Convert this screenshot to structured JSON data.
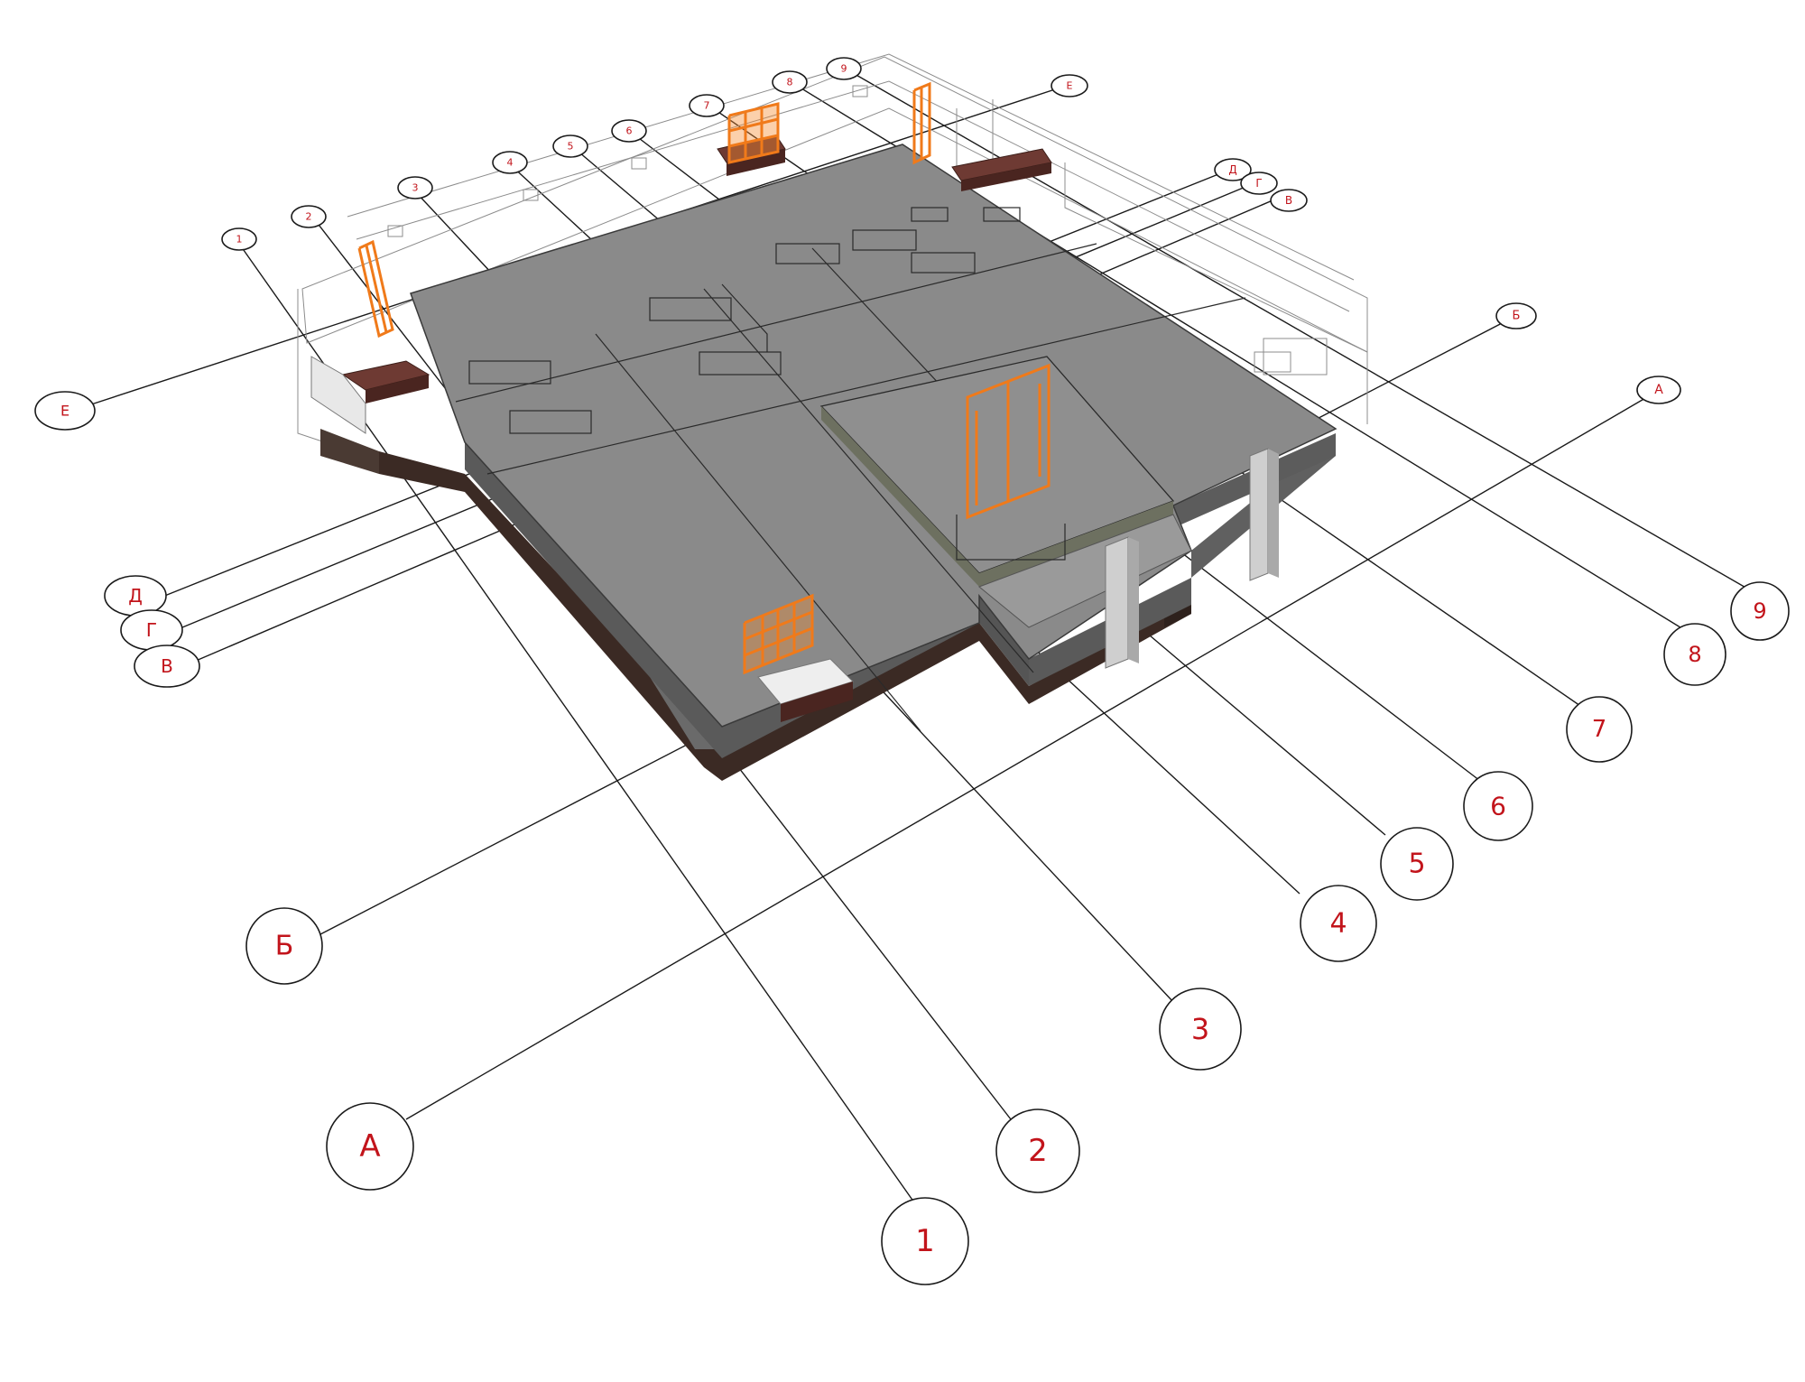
{
  "colors": {
    "slab_top": "#8a8a8a",
    "slab_edge": "#5e5e5e",
    "foundation": "#3b2a24",
    "brick": "#6e3a33",
    "accent_orange": "#f07a1a",
    "label_red": "#c2141b"
  },
  "axes": {
    "numbered": [
      "1",
      "2",
      "3",
      "4",
      "5",
      "6",
      "7",
      "8",
      "9"
    ],
    "lettered": [
      "А",
      "Б",
      "В",
      "Г",
      "Д",
      "Е"
    ]
  },
  "bubbles": {
    "near_1": "1",
    "near_2": "2",
    "near_3": "3",
    "near_4": "4",
    "near_5": "5",
    "near_6": "6",
    "near_7": "7",
    "near_8": "8",
    "near_9": "9",
    "near_A": "А",
    "near_B": "Б",
    "left_V": "В",
    "left_G": "Г",
    "left_D": "Д",
    "left_E": "Е",
    "far_1": "1",
    "far_2": "2",
    "far_3": "3",
    "far_4": "4",
    "far_5": "5",
    "far_6": "6",
    "far_7": "7",
    "far_8": "8",
    "far_9": "9",
    "far_E": "Е",
    "right_D": "Д",
    "right_G": "Г",
    "right_V": "В",
    "right_B": "Б",
    "right_A": "А"
  }
}
